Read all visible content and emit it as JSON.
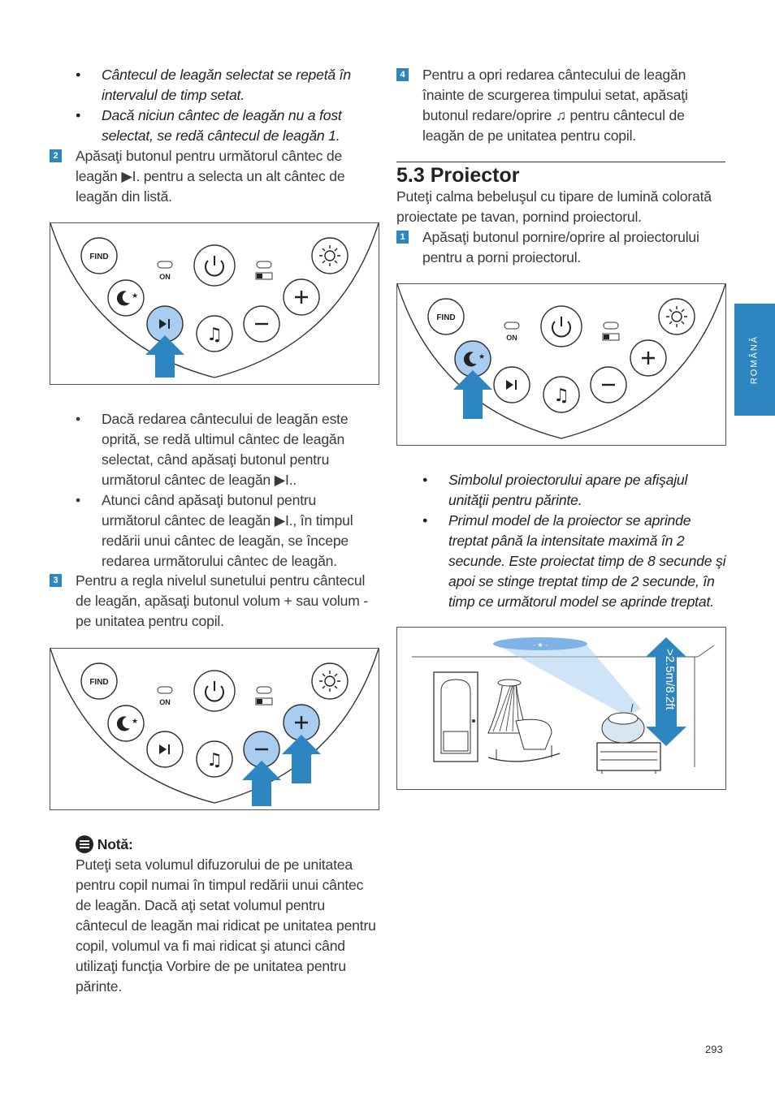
{
  "left": {
    "bullets_top": [
      "Cântecul de leagăn selectat se repetă în intervalul de timp setat.",
      "Dacă niciun cântec de leagăn nu a fost selectat, se redă cântecul de leagăn 1."
    ],
    "step2": {
      "num": "2",
      "text": "Apăsaţi butonul pentru următorul cântec de leagăn ▶I. pentru a selecta un alt cântec de leagăn din listă."
    },
    "bullets_mid": [
      "Dacă redarea cântecului de leagăn este oprită, se redă ultimul cântec de leagăn selectat, când apăsaţi butonul pentru următorul cântec de leagăn ▶I..",
      "Atunci când apăsaţi butonul pentru următorul cântec de leagăn ▶I., în timpul redării unui cântec de leagăn, se începe redarea următorului cântec de leagăn."
    ],
    "step3": {
      "num": "3",
      "text": "Pentru a regla nivelul sunetului pentru cântecul de leagăn, apăsaţi butonul volum + sau volum - pe unitatea pentru copil."
    },
    "note": {
      "title": "Notă:",
      "text": "Puteţi seta volumul difuzorului de pe unitatea pentru copil numai în timpul redării unui cântec de leagăn. Dacă aţi setat volumul pentru cântecul de leagăn mai ridicat pe unitatea pentru copil, volumul va fi mai ridicat şi atunci când utilizaţi funcţia Vorbire de pe unitatea pentru părinte."
    }
  },
  "right": {
    "step4": {
      "num": "4",
      "text": "Pentru a opri redarea cântecului de leagăn înainte de scurgerea timpului setat, apăsaţi butonul redare/oprire ♫ pentru cântecul de leagăn de pe unitatea pentru copil."
    },
    "section_title": "5.3 Proiector",
    "intro": "Puteţi calma bebeluşul cu tipare de lumină colorată proiectate pe tavan, pornind proiectorul.",
    "step1": {
      "num": "1",
      "text": "Apăsaţi butonul pornire/oprire al proiectorului pentru a porni proiectorul."
    },
    "bullets": [
      "Simbolul proiectorului apare pe afişajul unităţii pentru părinte.",
      "Primul model de la proiector se aprinde treptat până la intensitate maximă în 2 secunde. Este proiectat timp de 8 secunde şi apoi se stinge treptat timp de 2 secunde, în timp ce următorul model se aprinde treptat."
    ]
  },
  "panel_labels": {
    "find": "FIND",
    "on": "ON"
  },
  "height_label": ">2.5m/8.2ft",
  "side_tab": "ROMÂNĂ",
  "page_number": "293",
  "colors": {
    "accent": "#2e86c1",
    "highlight": "#a9cdf0"
  }
}
